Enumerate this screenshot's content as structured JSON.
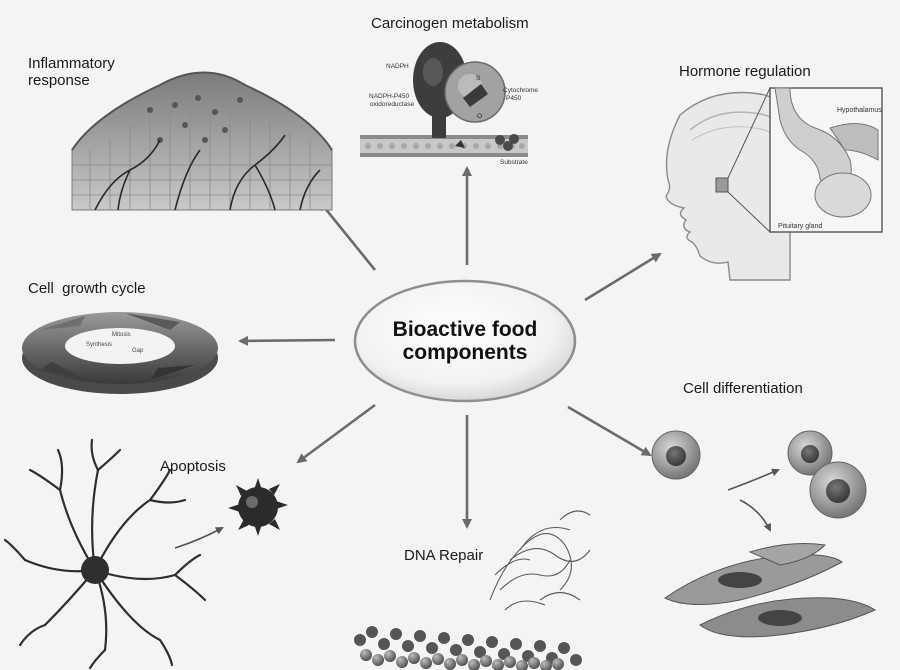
{
  "center": {
    "line1": "Bioactive food",
    "line2": "components"
  },
  "nodes": {
    "carcinogen": {
      "title": "Carcinogen metabolism",
      "sub_nadph": "NADPH",
      "sub_reductase_1": "NADPH-P450",
      "sub_reductase_2": "oxidoreductase",
      "sub_cyt_1": "Cytochrome",
      "sub_cyt_2": "P450",
      "sub_substrate": "Substrate",
      "sub_s": "S",
      "sub_o": "O"
    },
    "inflammatory": {
      "title_1": "Inflammatory",
      "title_2": "response"
    },
    "hormone": {
      "title": "Hormone regulation",
      "sub_hypothalamus": "Hypothalamus",
      "sub_pituitary": "Pituitary gland"
    },
    "cell_growth": {
      "title": "Cell  growth cycle",
      "sub_phase_a": "Synthesis",
      "sub_phase_b": "Gap",
      "sub_phase_c": "Mitosis"
    },
    "cell_diff": {
      "title": "Cell differentiation"
    },
    "apoptosis": {
      "title": "Apoptosis"
    },
    "dna_repair": {
      "title": "DNA Repair"
    }
  }
}
